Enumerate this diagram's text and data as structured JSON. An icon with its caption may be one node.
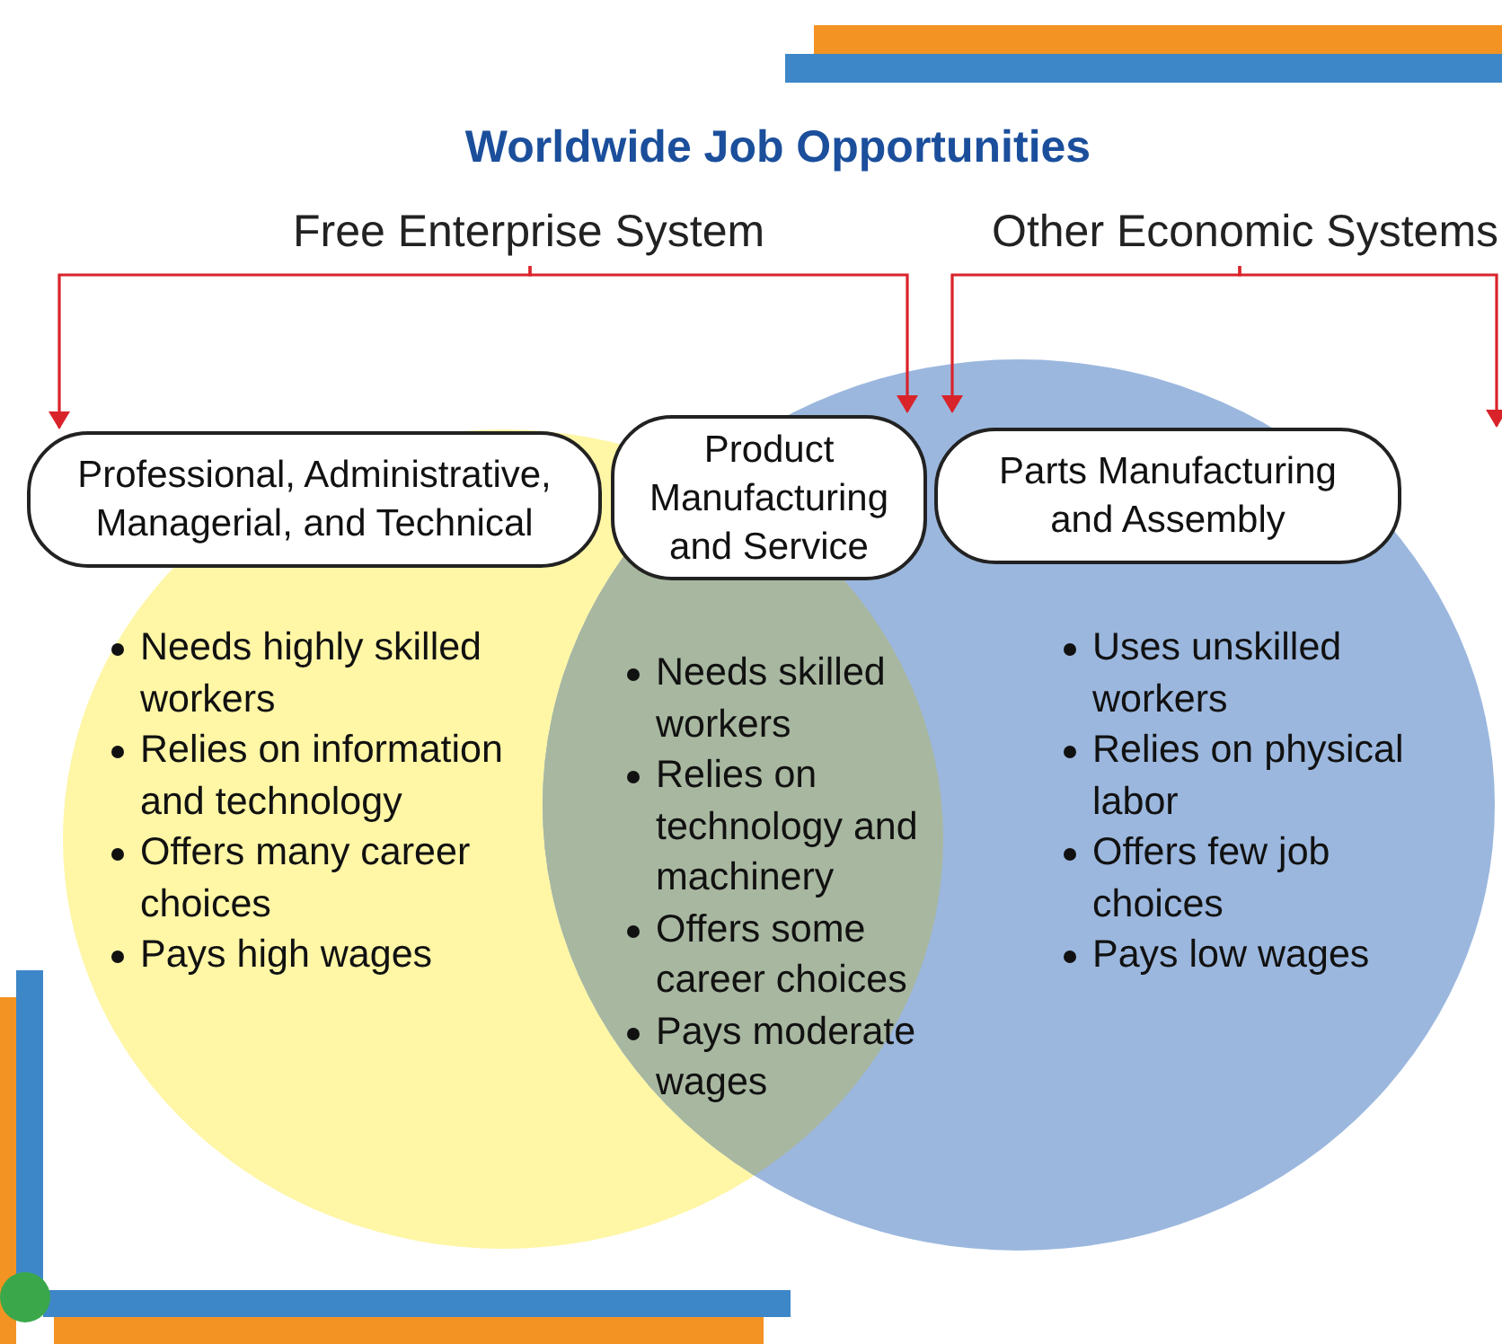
{
  "diagram": {
    "title": "Worldwide Job Opportunities",
    "nodes": [
      {
        "text": [
          "Free Enterprise System"
        ]
      },
      {
        "text": [
          "Other Economic Systems"
        ]
      },
      {
        "text": [
          "Professional, Administrative, Managerial, and Technical"
        ]
      },
      {
        "text": [
          "Product Manufacturing and Service"
        ]
      },
      {
        "text": [
          "Parts Manufacturing and Assembly"
        ]
      }
    ],
    "edges": [
      {
        "from": 0,
        "to": 2,
        "arrow": "to",
        "color": "#d9232a"
      },
      {
        "from": 0,
        "to": 3,
        "arrow": "to",
        "color": "#d9232a"
      },
      {
        "from": 1,
        "to": 3,
        "arrow": "to",
        "color": "#d9232a"
      },
      {
        "from": 1,
        "to": null,
        "arrow": "to",
        "color": "#d9232a"
      }
    ],
    "labels": [
      "Needs highly skilled workers",
      "Relies on information and technology",
      "Offers many career choices",
      "Pays high wages",
      "Needs skilled workers",
      "Relies on technology and machinery",
      "Offers some career choices",
      "Pays moderate wages",
      "Uses unskilled workers",
      "Relies on physical labor",
      "Offers few job choices",
      "Pays low wages"
    ]
  }
}
